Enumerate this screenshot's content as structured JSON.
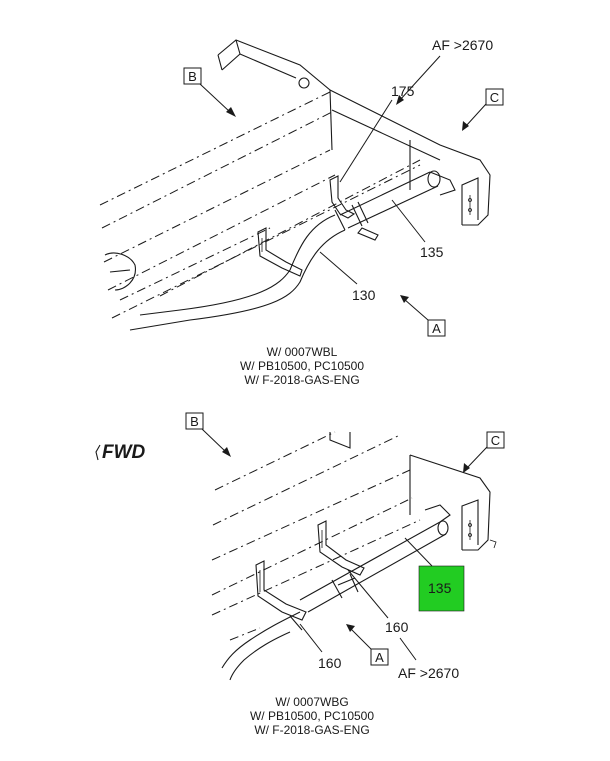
{
  "diagram": {
    "upper_view": {
      "callouts": {
        "af": "AF >2670",
        "p175": "175",
        "p135": "135",
        "p130": "130"
      },
      "view_boxes": {
        "b": "B",
        "c": "C",
        "a": "A"
      },
      "notes": [
        "W/ 0007WBL",
        "W/ PB10500, PC10500",
        "W/ F-2018-GAS-ENG"
      ]
    },
    "lower_view": {
      "fwd_label": "FWD",
      "callouts": {
        "p135": "135",
        "p160_right": "160",
        "p160_left": "160",
        "af": "AF >2670"
      },
      "view_boxes": {
        "b": "B",
        "c": "C",
        "a": "A"
      },
      "notes": [
        "W/ 0007WBG",
        "W/ PB10500, PC10500",
        "W/ F-2018-GAS-ENG"
      ]
    },
    "highlight_color": "#22cc22"
  }
}
